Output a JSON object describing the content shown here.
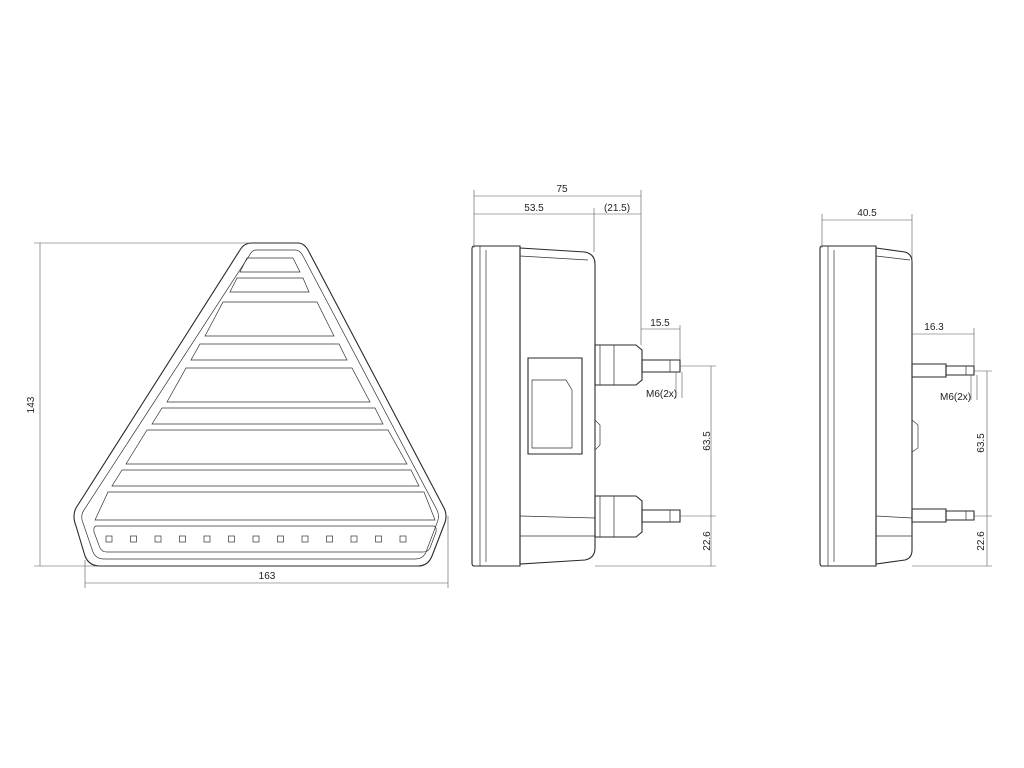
{
  "front_view": {
    "height_label": "143",
    "width_label": "163"
  },
  "side_view": {
    "total_depth_label": "75",
    "body_depth_label": "53.5",
    "stud_depth_label": "(21.5)",
    "stud_length_label": "15.5",
    "thread_label": "M6(2x)",
    "stud_spacing_label": "63.5",
    "stud_offset_label": "22.6"
  },
  "side_view_flat": {
    "body_depth_label": "40.5",
    "stud_length_label": "16.3",
    "thread_label": "M6(2x)",
    "stud_spacing_label": "63.5",
    "stud_offset_label": "22.6"
  }
}
